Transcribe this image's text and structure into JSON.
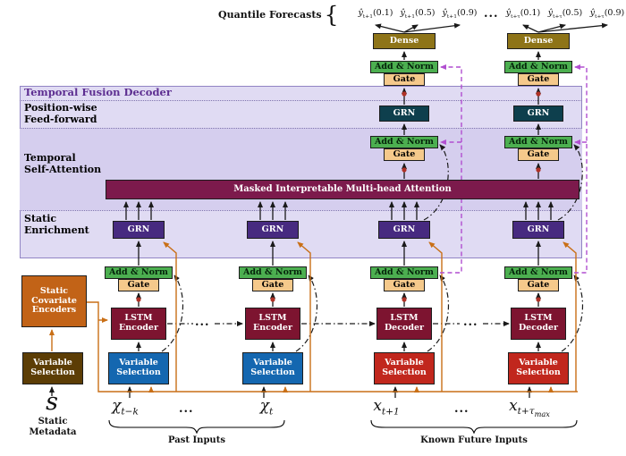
{
  "palette": {
    "decoder_background": "#E0DBF3",
    "attention_band_background": "#D5CEEE",
    "dense": "#8E7418",
    "add_norm": "#4CAF50",
    "gate": "#F5C98B",
    "grn_feedforward": "#0E3F4D",
    "grn_static_enrichment": "#472A80",
    "attention_bar": "#7C1A4C",
    "lstm": "#7D1430",
    "variable_selection_past": "#1467B0",
    "variable_selection_future": "#C1271D",
    "static_covariate_encoders": "#C26317",
    "variable_selection_static": "#5C3D05",
    "static_context_arrows": "#C96F16",
    "gating_skip_arrows": "#B14FD0",
    "decoder_title_text": "#5D2E91"
  },
  "quantile_row": {
    "label": "Quantile Forecasts",
    "brace": "{",
    "ellipsis": "...",
    "items": [
      {
        "base": "ŷ",
        "sub": "t+1",
        "arg": "(0.1)"
      },
      {
        "base": "ŷ",
        "sub": "t+1",
        "arg": "(0.5)"
      },
      {
        "base": "ŷ",
        "sub": "t+1",
        "arg": "(0.9)"
      },
      {
        "base": "ŷ",
        "sub": "t+τ",
        "arg": "(0.1)"
      },
      {
        "base": "ŷ",
        "sub": "t+τ",
        "arg": "(0.5)"
      },
      {
        "base": "ŷ",
        "sub": "t+τ",
        "arg": "(0.9)"
      }
    ]
  },
  "decoder": {
    "title": "Temporal Fusion Decoder",
    "section_feed_forward": "Position-wise\nFeed-forward",
    "section_self_attention": "Temporal\nSelf-Attention",
    "section_static_enrichment": "Static\nEnrichment"
  },
  "blocks": {
    "dense": "Dense",
    "add_norm": "Add & Norm",
    "gate": "Gate",
    "grn": "GRN",
    "attention": "Masked Interpretable Multi-head Attention",
    "lstm_encoder": "LSTM\nEncoder",
    "lstm_decoder": "LSTM\nDecoder",
    "variable_selection": "Variable\nSelection",
    "static_covariate_encoders": "Static\nCovariate\nEncoders",
    "ellipsis": "..."
  },
  "inputs": {
    "static_symbol": "s",
    "static_caption": "Static\nMetadata",
    "past_first": {
      "base": "χ",
      "sub": "t−k"
    },
    "past_ellipsis": "...",
    "past_last": {
      "base": "χ",
      "sub": "t"
    },
    "past_group": "Past Inputs",
    "future_first": {
      "base": "x",
      "sub": "t+1"
    },
    "future_ellipsis": "...",
    "future_last": {
      "base": "x",
      "sub": "t+τ",
      "subsub": "max"
    },
    "future_group": "Known Future Inputs"
  }
}
